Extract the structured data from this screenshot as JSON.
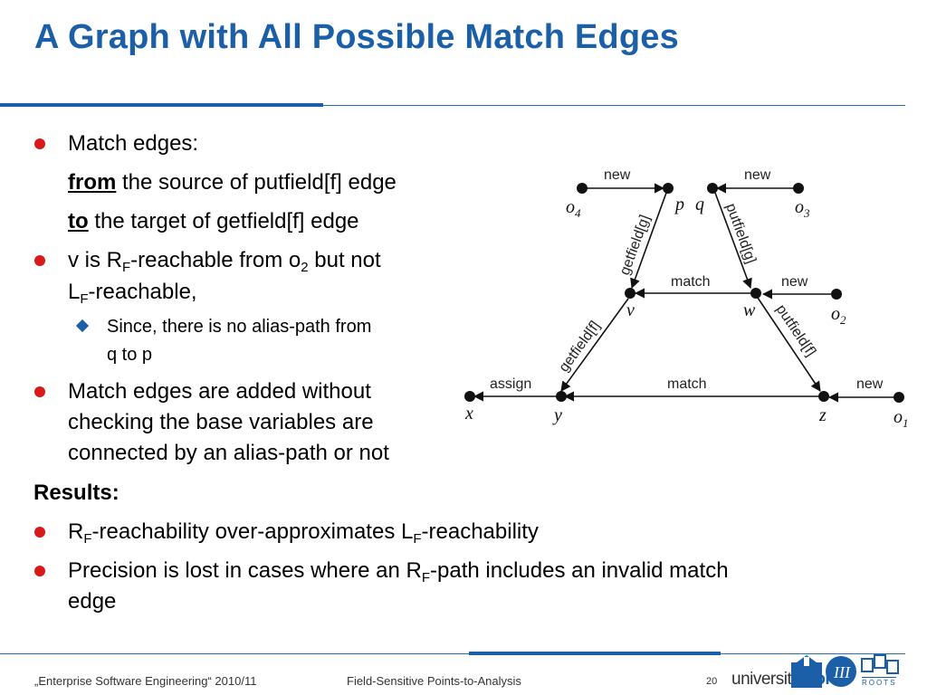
{
  "slide": {
    "title": "A Graph with All Possible Match Edges"
  },
  "bullets": {
    "b1": {
      "text": "Match edges:"
    },
    "b1_from": {
      "kw": "from",
      "rest": " the source of putfield[f] edge"
    },
    "b1_to": {
      "kw": "to",
      "rest": " the target of getfield[f] edge"
    },
    "b2": {
      "line1_a": "v is R",
      "line1_sub1": "F",
      "line1_b": "-reachable from o",
      "line1_sub2": "2",
      "line1_c": " but not",
      "line2_a": "L",
      "line2_sub": "F",
      "line2_b": "-reachable,"
    },
    "b2_sub": {
      "line1": "Since, there is no alias-path from",
      "line2": "q to p"
    },
    "b3": {
      "line1": "Match edges are added without",
      "line2": "checking the base variables are",
      "line3": "connected by an alias-path or not"
    }
  },
  "results": {
    "heading": "Results:",
    "r1": {
      "a": "R",
      "sub1": "F",
      "b": "-reachability over-approximates L",
      "sub2": "F",
      "c": "-reachability"
    },
    "r2": {
      "a": "Precision is lost in cases where an R",
      "sub": "F",
      "b": "-path includes an invalid match",
      "line2": "edge"
    }
  },
  "graph": {
    "nodes": {
      "o4": {
        "base": "o",
        "sub": "4"
      },
      "p": "p",
      "q": "q",
      "o3": {
        "base": "o",
        "sub": "3"
      },
      "v": "v",
      "w": "w",
      "o2": {
        "base": "o",
        "sub": "2"
      },
      "x": "x",
      "y": "y",
      "z": "z",
      "o1": {
        "base": "o",
        "sub": "1"
      }
    },
    "edges": {
      "o4_p": "new",
      "o3_q": "new",
      "p_v": "getfield[g]",
      "q_w": "putfield[g]",
      "w_v": "match",
      "o2_w": "new",
      "w_z": "putfield[f]",
      "v_y": "getfield[f]",
      "z_y": "match",
      "y_x": "assign",
      "o1_z": "new"
    }
  },
  "footer": {
    "course": "„Enterprise Software Engineering“ 2010/11",
    "topic": "Field-Sensitive Points-to-Analysis",
    "page": "20",
    "uni_a": "universität",
    "uni_b": "bonn",
    "roots": "ROOTS"
  }
}
